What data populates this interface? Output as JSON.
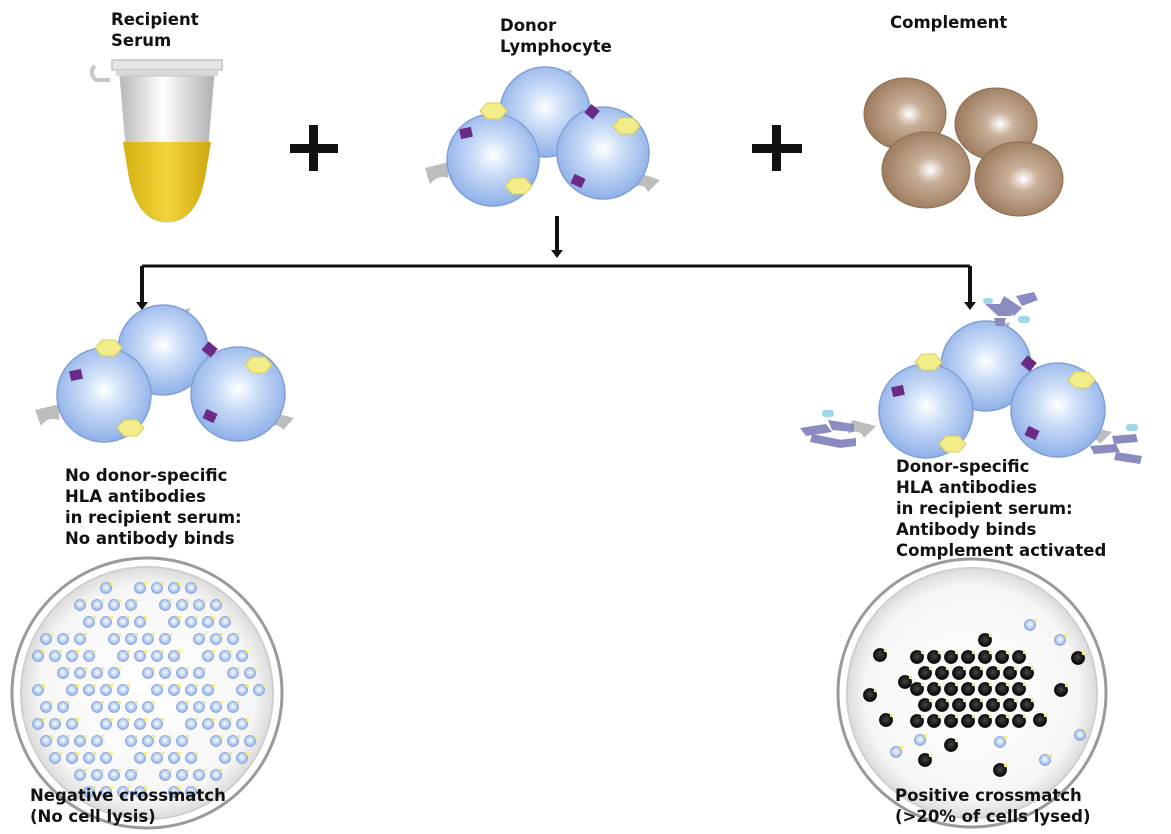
{
  "inputs": {
    "serum": {
      "lines": [
        "Recipient",
        "Serum"
      ]
    },
    "lymphocyte": {
      "lines": [
        "Donor",
        "Lymphocyte"
      ]
    },
    "complement": {
      "lines": [
        "Complement"
      ]
    },
    "plus_symbol": "+"
  },
  "outcomes": {
    "negative": {
      "description": [
        "No donor-specific",
        "HLA antibodies",
        "in recipient serum:",
        "No antibody binds"
      ],
      "result": [
        "Negative crossmatch",
        "(No cell lysis)"
      ]
    },
    "positive": {
      "description": [
        "Donor-specific",
        "HLA antibodies",
        "in recipient serum:",
        "Antibody binds",
        "Complement activated"
      ],
      "result": [
        "Positive crossmatch",
        "(>20% of cells lysed)"
      ]
    }
  },
  "colors": {
    "serum_yellow": "#e3c21c",
    "cell_blue": "#a9c6f0",
    "cell_edge": "#7f9fd8",
    "antigen_yellow": "#f3ec8a",
    "antigen_purple": "#6a2a86",
    "receptor_gray": "#bdbdbd",
    "complement_brown": "#a8886b",
    "antibody_purple": "#8a8cc0",
    "antibody_cyan": "#9fd8e6",
    "lysed_black": "#151515"
  }
}
